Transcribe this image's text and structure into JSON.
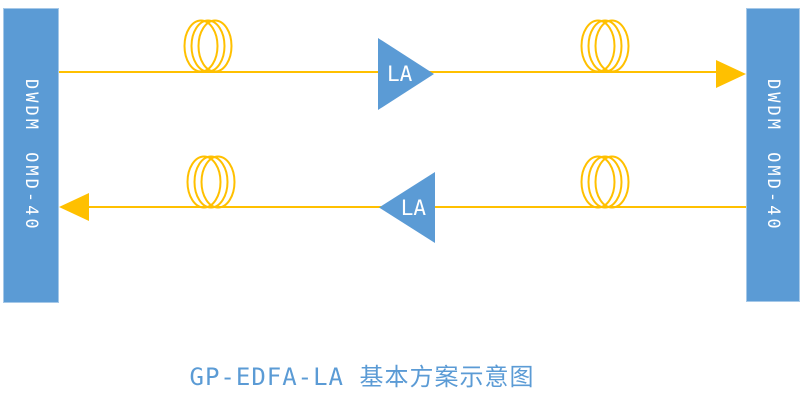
{
  "colors": {
    "node_fill": "#5B9BD5",
    "node_text": "#FFFFFF",
    "fiber_amber": "#FFC000",
    "caption_text": "#5B9BD5"
  },
  "nodes": {
    "left": {
      "label": "DWDM OMD-40"
    },
    "right": {
      "label": "DWDM OMD-40"
    }
  },
  "amplifiers": {
    "top": {
      "label": "LA",
      "direction": "right"
    },
    "bottom": {
      "label": "LA",
      "direction": "left"
    }
  },
  "icons": {
    "fiber_coil": "fiber-coil-icon",
    "arrow_right": "arrow-right-icon",
    "arrow_left": "arrow-left-icon"
  },
  "caption": {
    "text": "GP-EDFA-LA 基本方案示意图"
  }
}
